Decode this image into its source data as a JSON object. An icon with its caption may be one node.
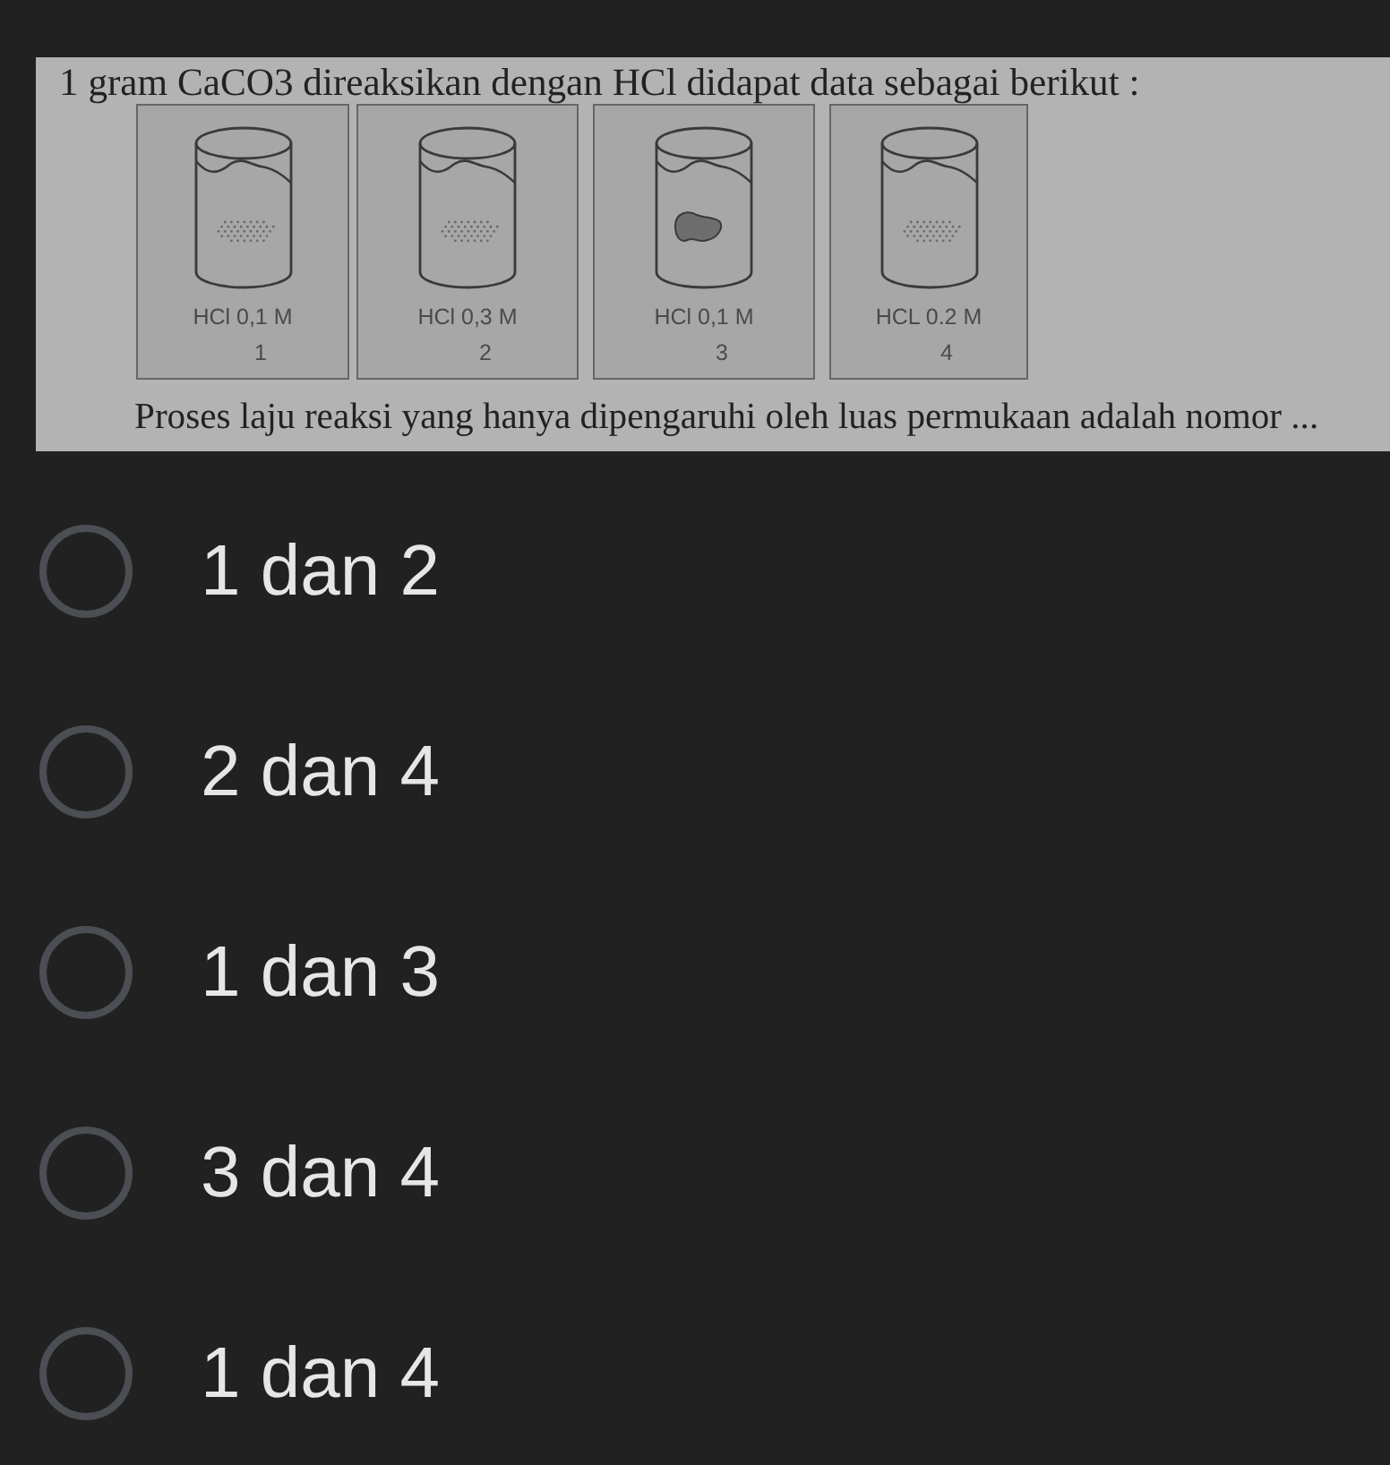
{
  "diagram": {
    "title": "1 gram CaCO3 direaksikan dengan HCl didapat data sebagai berikut :",
    "nodes": [
      {
        "text": [
          "HCl 0,1 M",
          "1"
        ]
      },
      {
        "text": [
          "HCl 0,3 M",
          "2"
        ]
      },
      {
        "text": [
          "HCl 0,1 M",
          "3"
        ]
      },
      {
        "text": [
          "HCL 0.2 M",
          "4"
        ]
      }
    ],
    "labels": [
      "Proses laju reaksi yang hanya dipengaruhi oleh luas permukaan adalah nomor ...",
      "1 dan 2",
      "2 dan 4",
      "1 dan 3",
      "3 dan 4",
      "1 dan 4"
    ]
  }
}
